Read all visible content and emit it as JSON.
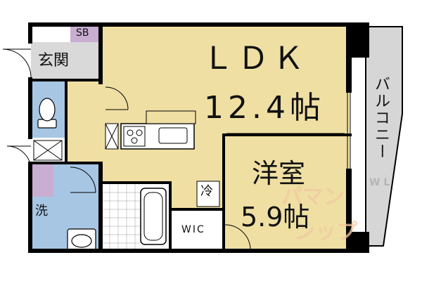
{
  "rooms": {
    "ldk_name": "ＬＤＫ",
    "ldk_size": "12.4帖",
    "western_name": "洋室",
    "western_size": "5.9帖",
    "entrance": "玄関",
    "shoebox": "SB",
    "balcony": "バルコニー",
    "wic": "WIC",
    "fridge": "冷",
    "laundry": "洗"
  },
  "watermark": {
    "main": "パマン",
    "sub": "ンップ",
    "corner": "W L"
  },
  "colors": {
    "wood": "#efdfa3",
    "blue": "#a7c6e4",
    "purple": "#c8aed1",
    "balcony": "#d6d6d6",
    "wall": "#000000"
  }
}
